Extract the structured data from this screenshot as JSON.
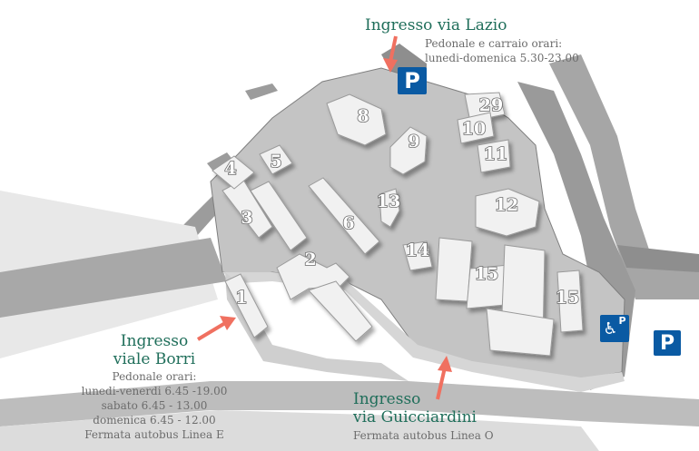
{
  "entrances": {
    "lazio": {
      "title": "Ingresso via Lazio",
      "info": [
        "Pedonale e carraio orari:",
        "lunedi-domenica 5.30-23.00"
      ]
    },
    "borri": {
      "title_line1": "Ingresso",
      "title_line2": "viale Borri",
      "info": [
        "Pedonale orari:",
        "lunedi-venerdi 6.45 -19.00",
        "sabato 6.45 - 13.00",
        "domenica 6.45 - 12.00",
        "Fermata autobus Linea E"
      ]
    },
    "guicciardini": {
      "title_line1": "Ingresso",
      "title_line2": "via Guicciardini",
      "info": [
        "Fermata autobus Linea O"
      ]
    }
  },
  "buildings": [
    "1",
    "2",
    "3",
    "4",
    "5",
    "6",
    "8",
    "9",
    "10",
    "11",
    "12",
    "13",
    "14",
    "15",
    "15",
    "29"
  ],
  "parking": {
    "label": "P",
    "disabled_label": "P",
    "disabled_symbol": "♿"
  },
  "colors": {
    "site_fill": "#c3c3c3",
    "surround": "#9a9a9a",
    "building": "#f0f0f0",
    "title_green": "#1f6e5a",
    "arrow": "#f07060",
    "parking_blue": "#0a5aa3"
  }
}
